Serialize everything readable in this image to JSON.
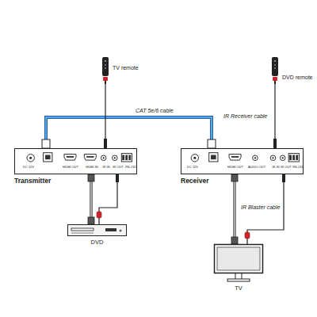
{
  "diagram": {
    "nodes": [
      {
        "text": [
          "TV remote"
        ]
      },
      {
        "text": [
          "DVD remote"
        ]
      },
      {
        "text": [
          "Transmitter",
          "DC 12V",
          "HDMI OUT",
          "HDMI IN",
          "IR IN",
          "IR OUT",
          "RS-232"
        ]
      },
      {
        "text": [
          "Receiver",
          "DC 12V",
          "HDMI OUT",
          "AUDIO OUT",
          "IR IN",
          "IR OUT",
          "RS-232"
        ]
      },
      {
        "text": [
          "DVD"
        ]
      },
      {
        "text": [
          "TV"
        ]
      }
    ],
    "edges": [
      {
        "from": 2,
        "to": 3,
        "label": "CAT 5e/6 cable",
        "arrow": "none"
      },
      {
        "from": 0,
        "to": 2,
        "arrow": "none"
      },
      {
        "from": 1,
        "to": 3,
        "label": "IR Receiver cable",
        "arrow": "none"
      },
      {
        "from": 2,
        "to": 4,
        "arrow": "none"
      },
      {
        "from": 2,
        "to": 4,
        "arrow": "none"
      },
      {
        "from": 3,
        "to": 5,
        "arrow": "none"
      },
      {
        "from": 3,
        "to": 5,
        "label": "IR Blaster cable",
        "arrow": "none"
      }
    ]
  }
}
